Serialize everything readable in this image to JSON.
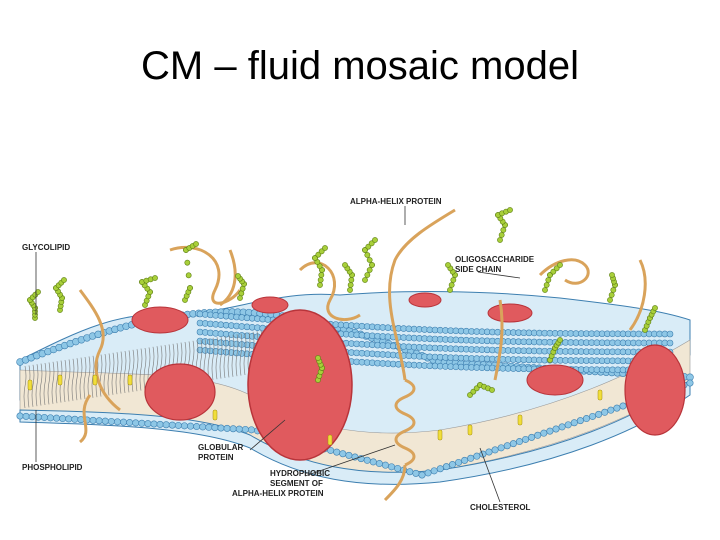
{
  "slide": {
    "title": "CM – fluid mosaic model"
  },
  "diagram": {
    "labels": {
      "glycolipid": "GLYCOLIPID",
      "phospholipid": "PHOSPHOLIPID",
      "alpha_helix_protein": "ALPHA-HELIX PROTEIN",
      "oligosaccharide_line1": "OLIGOSACCHARIDE",
      "oligosaccharide_line2": "SIDE CHAIN",
      "globular_line1": "GLOBULAR",
      "globular_line2": "PROTEIN",
      "hydrophobic_line1": "HYDROPHOBIC",
      "hydrophobic_line2": "SEGMENT OF",
      "hydrophobic_line3": "ALPHA-HELIX PROTEIN",
      "cholesterol": "CHOLESTEROL"
    },
    "colors": {
      "head_blue": "#8ec7e6",
      "head_outline": "#3d7fb0",
      "protein_red": "#e05a5e",
      "protein_dark": "#b8343a",
      "sugar_green": "#a8cf3a",
      "helix_tan": "#d9a35b",
      "cholesterol_yellow": "#f1de3a",
      "tail_gray": "#777777"
    }
  }
}
